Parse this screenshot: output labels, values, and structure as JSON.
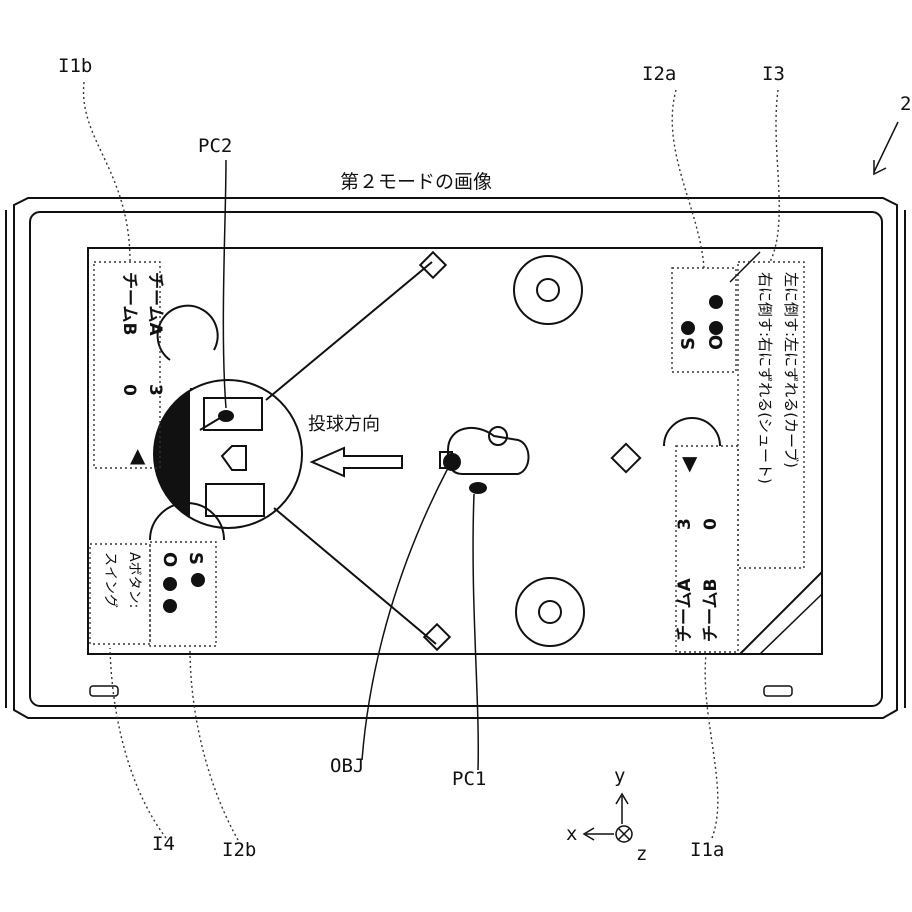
{
  "title": "第２モードの画像",
  "throw_direction": "投球方向",
  "refs": {
    "i1b": "I1b",
    "pc2": "PC2",
    "i2a": "I2a",
    "i3": "I3",
    "num": "2",
    "obj": "OBJ",
    "pc1": "PC1",
    "i4": "I4",
    "i2b": "I2b",
    "i1a": "I1a"
  },
  "axes": {
    "y": "y",
    "x": "x",
    "z": "z"
  },
  "score_top_left": {
    "team_a": "チームA",
    "team_a_score": "3",
    "team_b": "チームB",
    "team_b_score": "0",
    "marker": "▲"
  },
  "score_bottom_right": {
    "team_a": "チームA",
    "team_a_score": "3",
    "team_b": "チームB",
    "team_b_score": "0",
    "marker": "▼"
  },
  "count_top_right": {
    "s": "S",
    "o": "O"
  },
  "count_bottom_left": {
    "s": "S",
    "o": "O"
  },
  "swing_hint": {
    "line1": "Aボタン:",
    "line2": "スイング"
  },
  "tilt_hint": {
    "line1": "右に倒す:右にずれる(シュート)",
    "line2": "左に倒す:左にずれる(カーブ)"
  }
}
